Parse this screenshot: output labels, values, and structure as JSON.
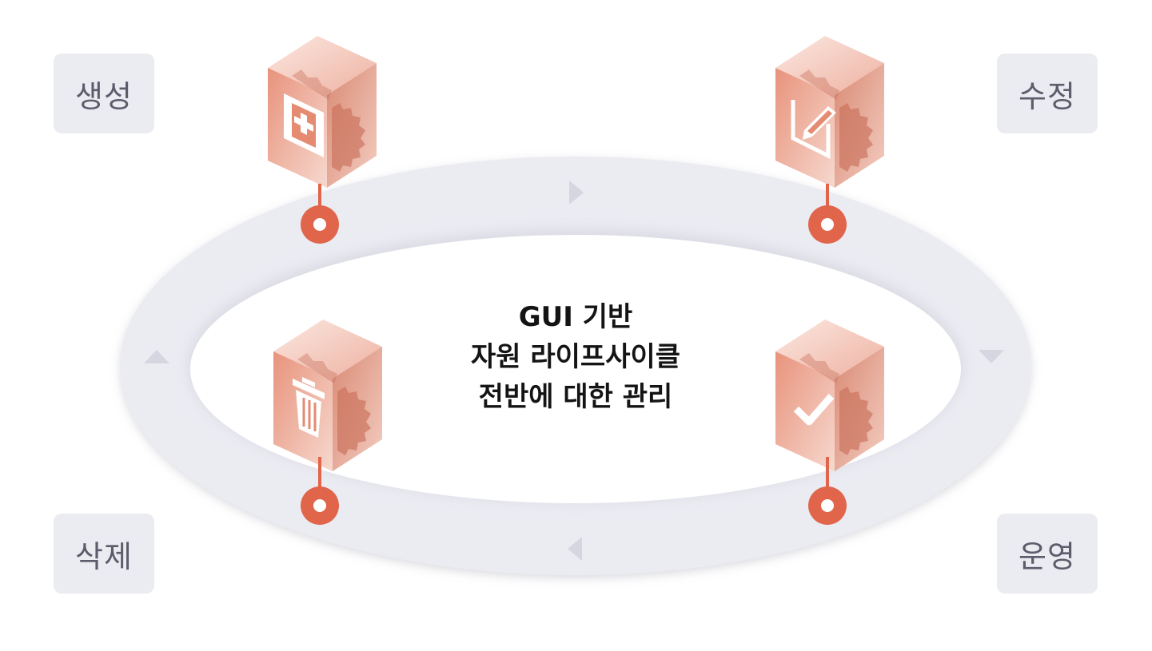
{
  "center_title": {
    "line1": "GUI 기반",
    "line2": "자원 라이프사이클",
    "line3": "전반에 대한 관리"
  },
  "stages": [
    {
      "label": "생성",
      "icon": "plus-icon"
    },
    {
      "label": "수정",
      "icon": "pencil-icon"
    },
    {
      "label": "운영",
      "icon": "check-icon"
    },
    {
      "label": "삭제",
      "icon": "trash-icon"
    }
  ],
  "colors": {
    "accent": "#e0654a",
    "ring": "#ebebf2",
    "label_bg": "#ebebf2",
    "label_text": "#5c5c6b",
    "arrow": "#d6d6e0",
    "cube_light": "#f7d6cc",
    "cube_mid": "#e9a08c",
    "cube_dark": "#c9705a"
  }
}
